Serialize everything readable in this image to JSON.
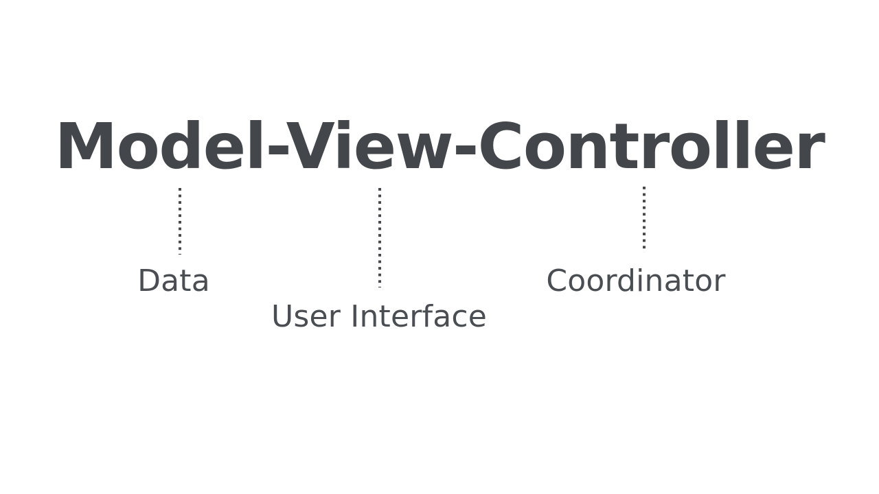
{
  "slide": {
    "background_color": "#ffffff",
    "text_color": "#43464a",
    "title": "Model-View-Controller",
    "title_parts": [
      "Model",
      "View",
      "Controller"
    ],
    "annotations": [
      {
        "term": "Model",
        "label": "Data",
        "connector": "dotted-vertical-line"
      },
      {
        "term": "View",
        "label": "User Interface",
        "connector": "dotted-vertical-line"
      },
      {
        "term": "Controller",
        "label": "Coordinator",
        "connector": "dotted-vertical-line"
      }
    ]
  }
}
